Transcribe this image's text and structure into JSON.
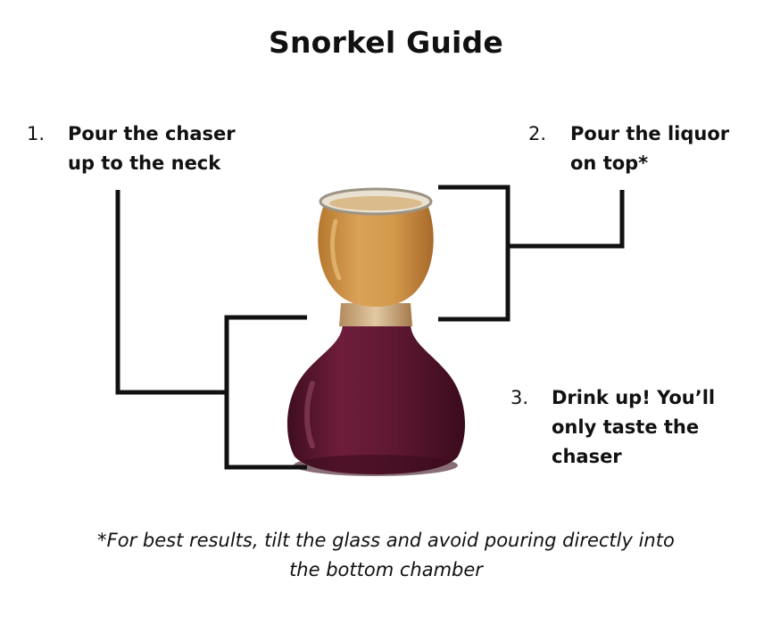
{
  "title": "Snorkel Guide",
  "steps": [
    {
      "number": "1.",
      "lines": [
        "Pour the chaser",
        "up to the neck"
      ]
    },
    {
      "number": "2.",
      "lines": [
        "Pour the liquor",
        "on top*"
      ]
    },
    {
      "number": "3.",
      "lines": [
        "Drink up! You’ll",
        "only taste the",
        "chaser"
      ]
    }
  ],
  "footnote": {
    "lines": [
      "*For best results, tilt the glass and avoid pouring directly into",
      "the bottom chamber"
    ]
  },
  "colors": {
    "liquor": "#c98a3c",
    "chaser": "#5a1630",
    "bracket": "#111111"
  }
}
